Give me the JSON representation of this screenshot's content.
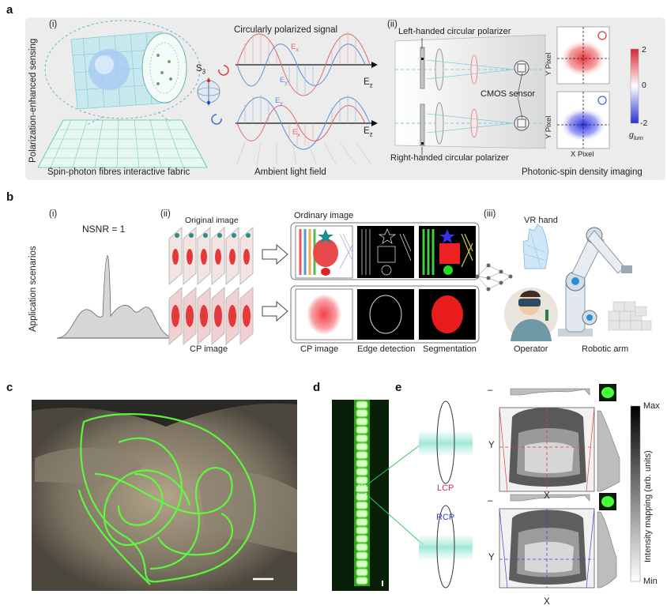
{
  "panel_a": {
    "letter": "a",
    "side_title": "Polarization-enhanced sensing",
    "sub_i": "(i)",
    "sub_ii": "(ii)",
    "signal_title": "Circularly polarized signal",
    "s3": "S",
    "s3_sub": "3",
    "ex": "E",
    "ex_sub": "x",
    "ey": "E",
    "ey_sub": "y",
    "ez": "E",
    "ez_sub": "z",
    "fabric_caption": "Spin-photon fibres interactive fabric",
    "ambient_caption": "Ambient light field",
    "left_polarizer": "Left-handed circular polarizer",
    "right_polarizer": "Right-handed circular polarizer",
    "cmos": "CMOS sensor",
    "y_pixel_top": "Y Pixel",
    "y_pixel_bottom": "Y Pixel",
    "x_pixel": "X Pixel",
    "cb_max": "2",
    "cb_mid": "0",
    "cb_min": "-2",
    "glum": "g",
    "glum_sub": "lum",
    "imaging_caption": "Photonic-spin density imaging"
  },
  "panel_b": {
    "letter": "b",
    "side_title": "Application scenarios",
    "sub_i": "(i)",
    "sub_ii": "(ii)",
    "sub_iii": "(iii)",
    "nsnr": "NSNR = 1",
    "original_image": "Original image",
    "ordinary_image": "Ordinary image",
    "cp_image_left": "CP image",
    "cp_image": "CP image",
    "edge_detection": "Edge detection",
    "segmentation": "Segmentation",
    "vr_hand": "VR hand",
    "operator": "Operator",
    "robotic_arm": "Robotic arm"
  },
  "panel_c": {
    "letter": "c"
  },
  "panel_d": {
    "letter": "d"
  },
  "panel_e": {
    "letter": "e",
    "lcp": "LCP",
    "rcp": "RCP",
    "y_top": "Y",
    "x_top": "X",
    "y_bottom": "Y",
    "x_bottom": "X",
    "dash_top": "–",
    "dash_bottom": "–",
    "cb_max": "Max",
    "cb_min": "Min",
    "cb_label": "Intensity mapping (arb. units)"
  },
  "colors": {
    "panel_bg": "#ececec",
    "red": "#e8363a",
    "blue": "#3a44d8",
    "green": "#3ee13e",
    "lcp_color": "#c8336a",
    "rcp_color": "#3d3fd0"
  }
}
